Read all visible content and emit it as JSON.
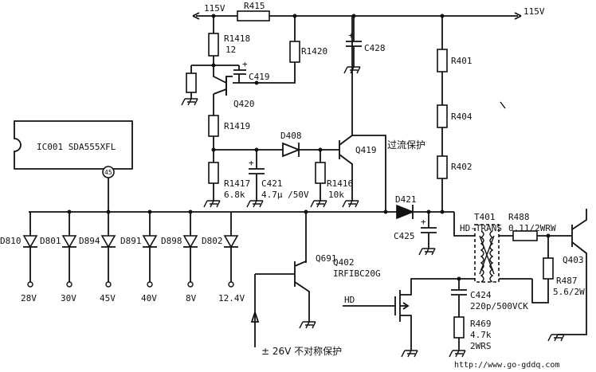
{
  "supply": {
    "left": "115V",
    "right": "115V"
  },
  "ic": {
    "label": "IC001 SDA555XFL",
    "pin": "45"
  },
  "resistors": {
    "r415": "R415",
    "r1418": "R1418",
    "r1418_val": "12",
    "r1420": "R1420",
    "r1419": "R1419",
    "r1417": "R1417",
    "r1417_val": "6.8k",
    "r1416": "R1416",
    "r1416_val": "10k",
    "r401": "R401",
    "r404": "R404",
    "r402": "R402",
    "r488": "R488",
    "r488_val": "0.11/2WRW",
    "r487": "R487",
    "r487_val": "5.6/2W",
    "r469": "R469",
    "r469_val": "4.7k",
    "r469_pw": "2WRS"
  },
  "capacitors": {
    "c428": "C428",
    "c419": "C419",
    "c421": "C421",
    "c421_val": "4.7μ /50V",
    "c425": "C425",
    "c424": "C424",
    "c424_val": "220p/500VCK"
  },
  "transistors": {
    "q420": "Q420",
    "q419": "Q419",
    "q691": "Q691",
    "q402": "Q402",
    "q402_part": "IRFIBC20G",
    "q403": "Q403"
  },
  "diodes": {
    "d408": "D408",
    "d421": "D421"
  },
  "transformer": {
    "ref": "T401",
    "name": "HD-TRANS"
  },
  "signals": {
    "hd": "HD"
  },
  "notes": {
    "overcurrent": "过流保护",
    "asym": "± 26V  不对称保护"
  },
  "sensing_diodes": [
    {
      "ref": "D810",
      "volt": "28V"
    },
    {
      "ref": "D801",
      "volt": "30V"
    },
    {
      "ref": "D894",
      "volt": "45V"
    },
    {
      "ref": "D891",
      "volt": "40V"
    },
    {
      "ref": "D898",
      "volt": "8V"
    },
    {
      "ref": "D802",
      "volt": "12.4V"
    }
  ],
  "watermark": "http://www.go-gddq.com"
}
